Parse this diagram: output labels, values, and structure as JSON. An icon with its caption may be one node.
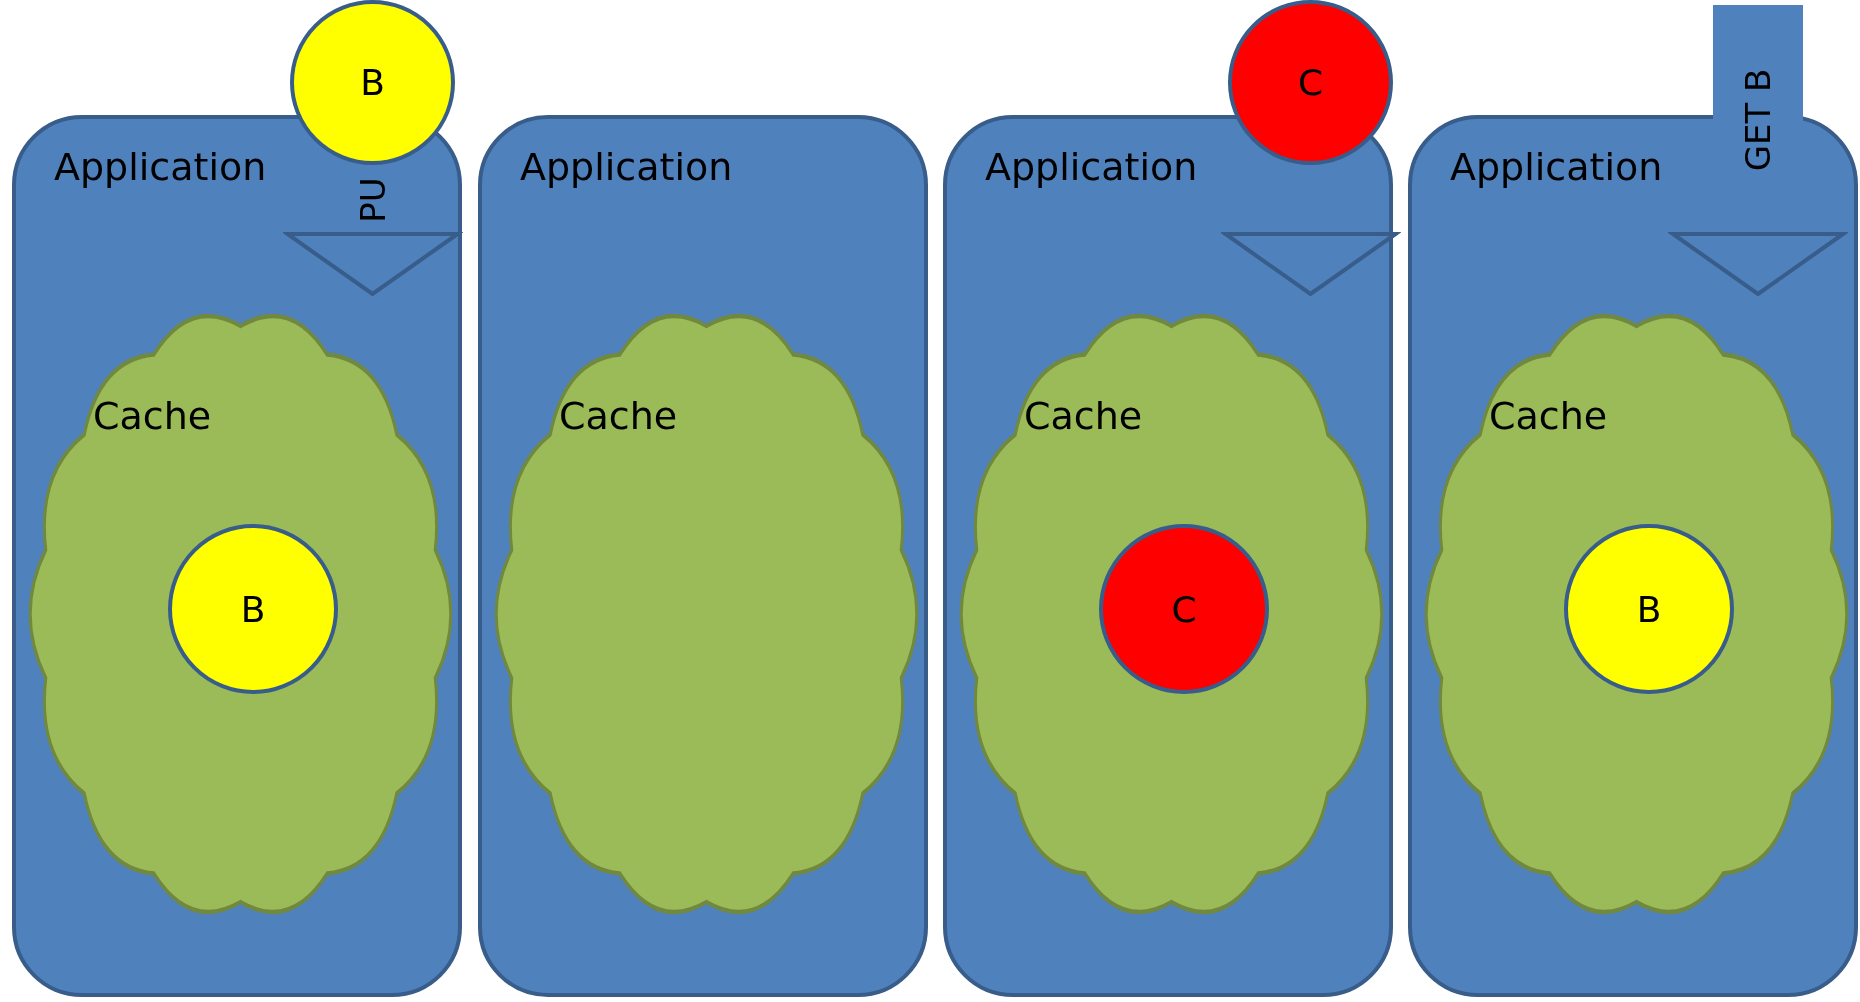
{
  "diagram": {
    "nodes": [
      {
        "text": [
          "Application"
        ]
      },
      {
        "text": [
          "Cache"
        ],
        "in": 0
      },
      {
        "text": [
          "B"
        ],
        "in": 1
      },
      {
        "text": [
          "Application"
        ]
      },
      {
        "text": [
          "Cache"
        ],
        "in": 3
      },
      {
        "text": [
          "Application"
        ]
      },
      {
        "text": [
          "Cache"
        ],
        "in": 5
      },
      {
        "text": [
          "C"
        ],
        "in": 6
      },
      {
        "text": [
          "Application"
        ]
      },
      {
        "text": [
          "Cache"
        ],
        "in": 8
      },
      {
        "text": [
          "B"
        ],
        "in": 9
      },
      {
        "text": [
          "B"
        ]
      },
      {
        "text": [
          "C"
        ]
      }
    ],
    "edges": [
      {
        "from": 11,
        "to": 1,
        "arrow": "to",
        "label": "PU"
      },
      {
        "from": 12,
        "to": 6,
        "arrow": "to"
      },
      {
        "from": null,
        "to": 9,
        "arrow": "to",
        "label": "GET B"
      }
    ]
  }
}
